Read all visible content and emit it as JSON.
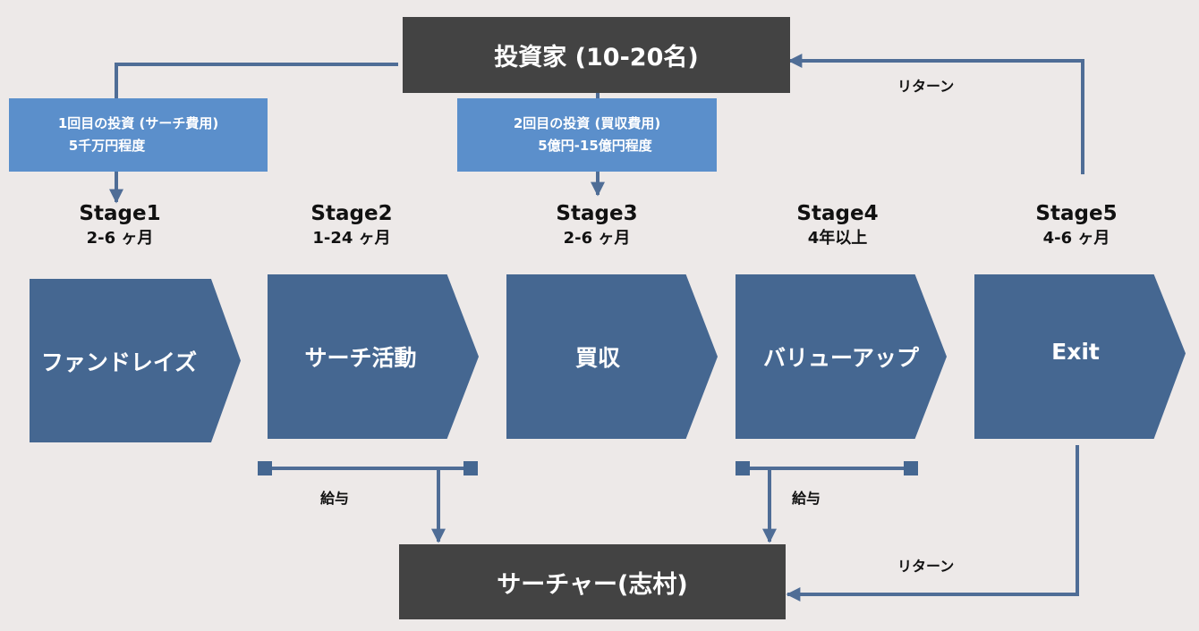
{
  "investor": {
    "label": "投資家 (10-20名)"
  },
  "searcher": {
    "label": "サーチャー(志村)"
  },
  "investments": [
    {
      "line1": "1回目の投資 (サーチ費用)",
      "line2": "5千万円程度"
    },
    {
      "line1": "2回目の投資 (買収費用)",
      "line2": "5億円-15億円程度"
    }
  ],
  "stages": [
    {
      "title": "Stage1",
      "duration": "2-6 ヶ月",
      "label": "ファンドレイズ"
    },
    {
      "title": "Stage2",
      "duration": "1-24 ヶ月",
      "label": "サーチ活動"
    },
    {
      "title": "Stage3",
      "duration": "2-6 ヶ月",
      "label": "買収"
    },
    {
      "title": "Stage4",
      "duration": "4年以上",
      "label": "バリューアップ"
    },
    {
      "title": "Stage5",
      "duration": "4-6 ヶ月",
      "label": "Exit"
    }
  ],
  "flows": {
    "salary_label": "給与",
    "return_label": "リターン"
  },
  "colors": {
    "background": "#ede9e8",
    "dark_box": "#434343",
    "investment_box": "#5b8fcb",
    "stage_chevron": "#456791",
    "connector": "#4f6d96"
  }
}
